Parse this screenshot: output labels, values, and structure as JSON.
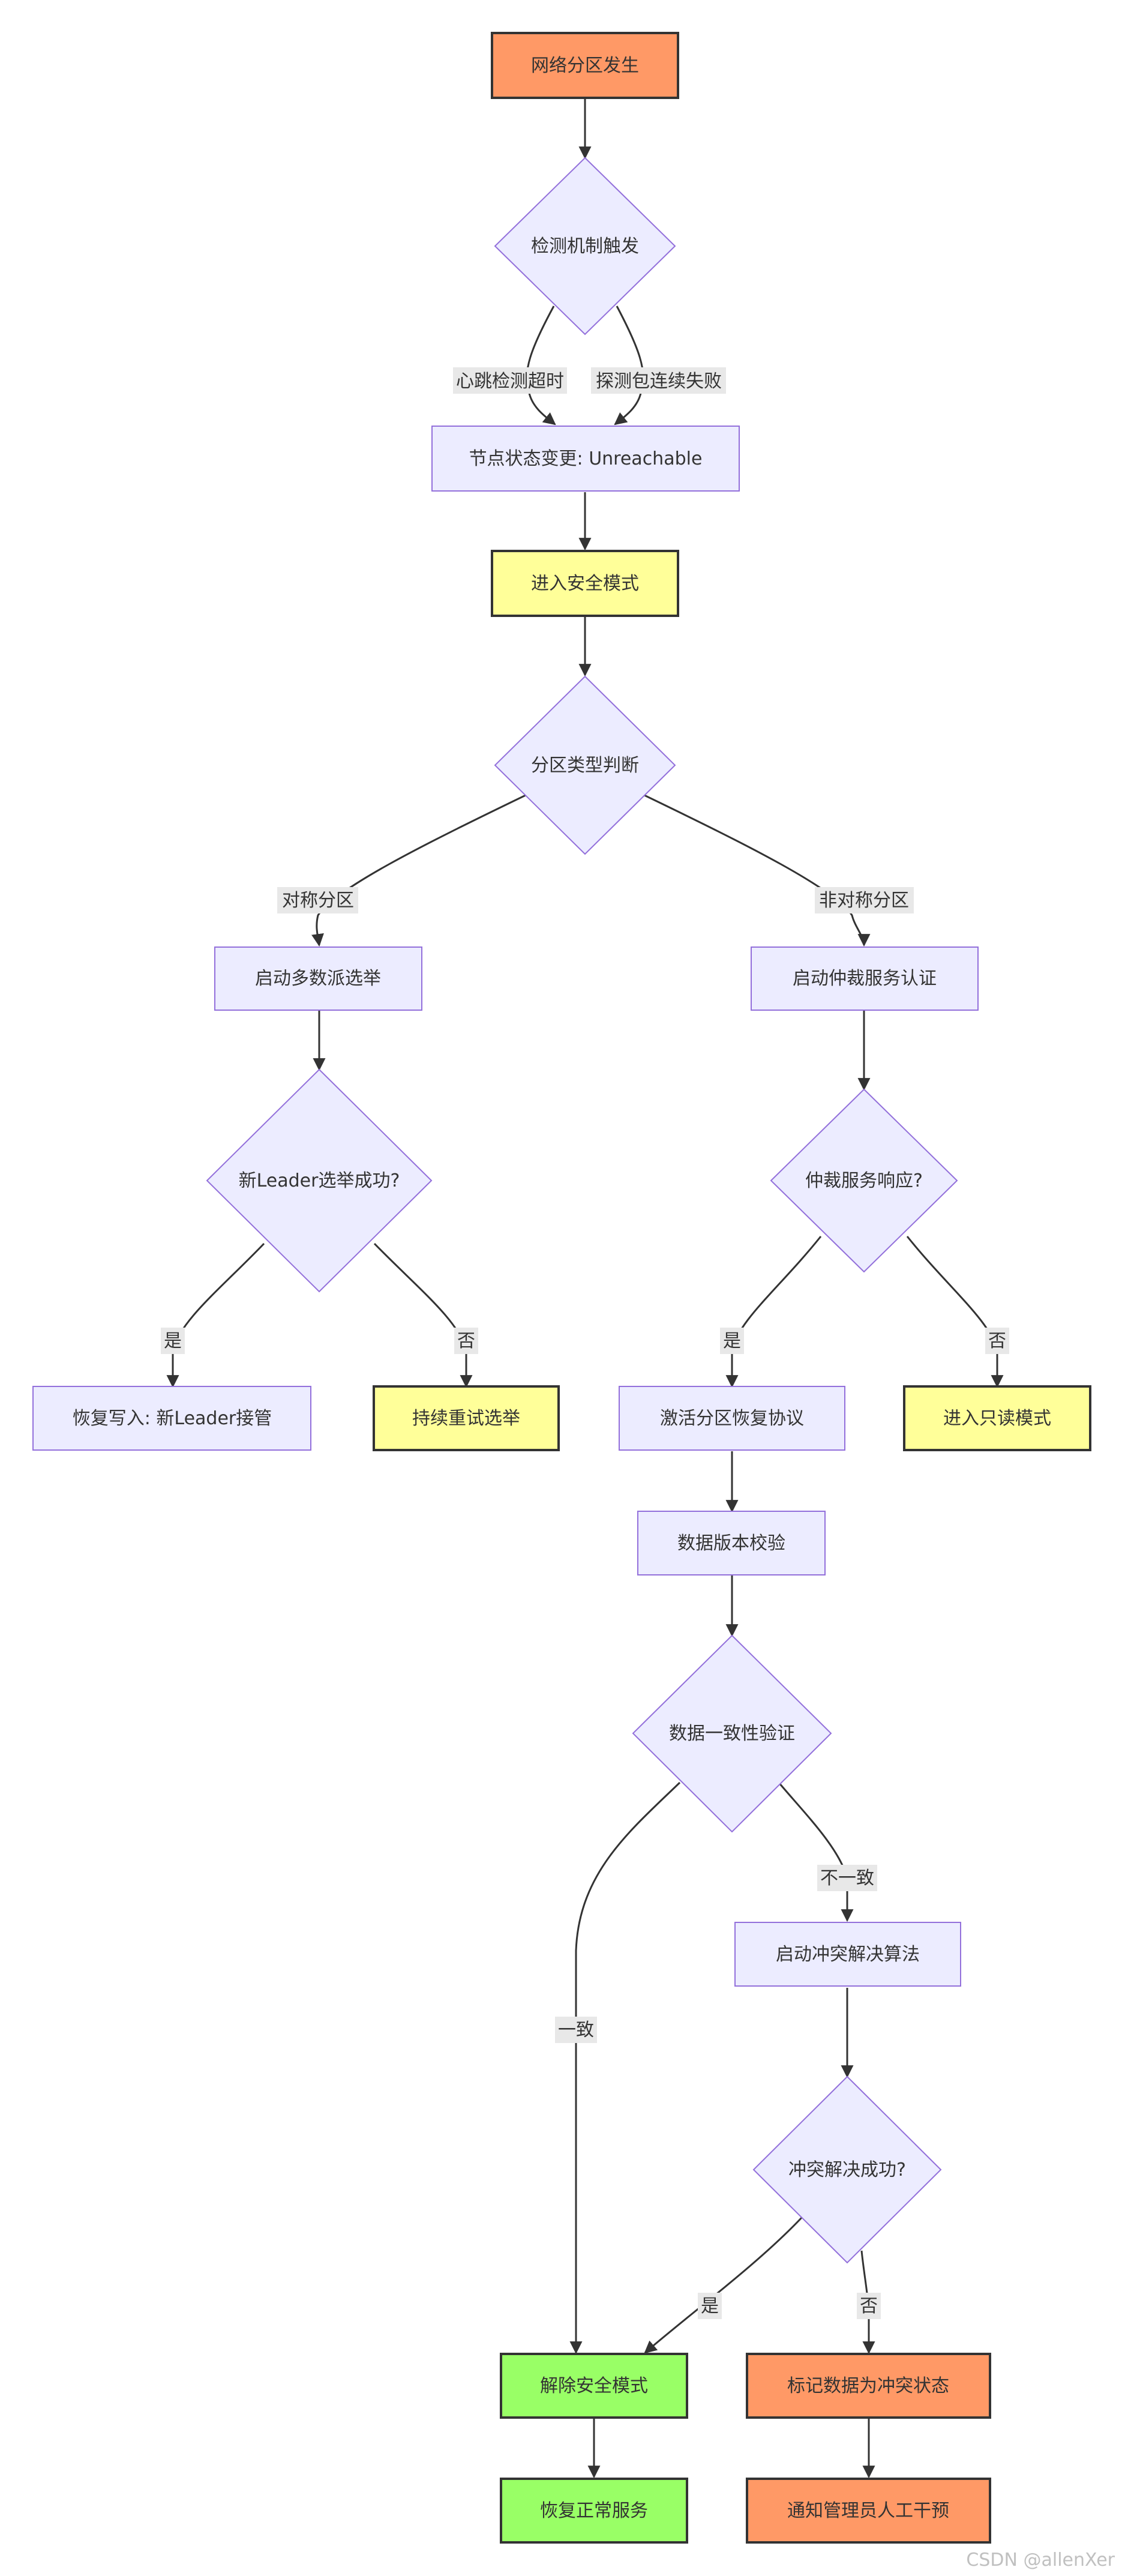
{
  "colors": {
    "default_fill": "#ECECFF",
    "default_stroke": "#9370DB",
    "orange": "#FF9966",
    "yellow": "#FFFF99",
    "green": "#99FF66",
    "dark_stroke": "#333333",
    "edge": "#333333"
  },
  "nodes": {
    "partition_occurs": "网络分区发生",
    "detect_trigger": "检测机制触发",
    "node_unreachable": "节点状态变更: Unreachable",
    "enter_safe_mode": "进入安全模式",
    "partition_type": "分区类型判断",
    "start_majority_election": "启动多数派选举",
    "start_arbiter_auth": "启动仲裁服务认证",
    "leader_elected": "新Leader选举成功?",
    "arbiter_response": "仲裁服务响应?",
    "resume_write": "恢复写入: 新Leader接管",
    "retry_election": "持续重试选举",
    "activate_recovery": "激活分区恢复协议",
    "read_only_mode": "进入只读模式",
    "data_version_check": "数据版本校验",
    "consistency_verify": "数据一致性验证",
    "start_conflict_resolution": "启动冲突解决算法",
    "conflict_resolved": "冲突解决成功?",
    "exit_safe_mode": "解除安全模式",
    "mark_conflict": "标记数据为冲突状态",
    "resume_service": "恢复正常服务",
    "notify_admin": "通知管理员人工干预"
  },
  "edge_labels": {
    "heartbeat_timeout": "心跳检测超时",
    "probe_fail": "探测包连续失败",
    "symmetric": "对称分区",
    "asymmetric": "非对称分区",
    "leader_yes": "是",
    "leader_no": "否",
    "arbiter_yes": "是",
    "arbiter_no": "否",
    "consistent": "一致",
    "inconsistent": "不一致",
    "resolve_yes": "是",
    "resolve_no": "否"
  },
  "watermark": "CSDN @allenXer"
}
